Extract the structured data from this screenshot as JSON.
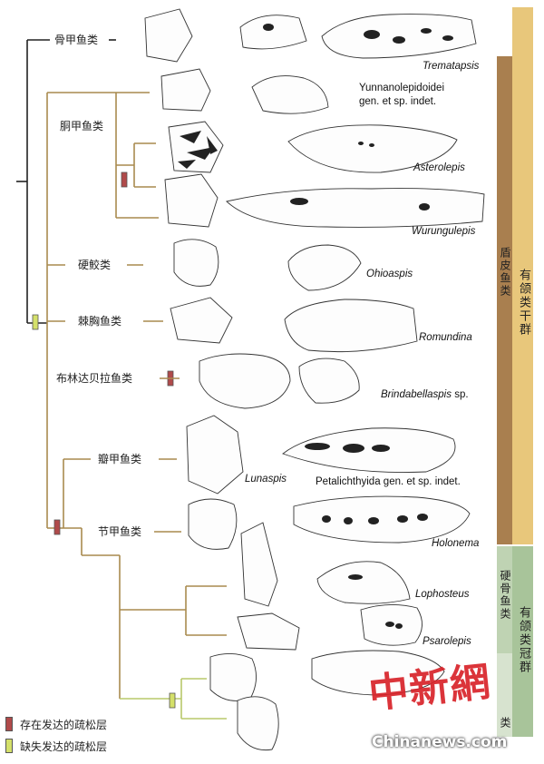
{
  "clades": {
    "gujia": "骨甲鱼类",
    "tongjia": "胴甲鱼类",
    "yingjiao": "硬鲛类",
    "jixiong": "棘胸鱼类",
    "bulinda": "布林达贝拉鱼类",
    "banjia": "瓣甲鱼类",
    "jiejia": "节甲鱼类"
  },
  "specimens": [
    {
      "text": "Trematapsis",
      "italic": true
    },
    {
      "text": "Yunnanolepidoidei",
      "italic": false
    },
    {
      "text": "gen. et sp. indet.",
      "italic": false
    },
    {
      "text": "Asterolepis",
      "italic": true
    },
    {
      "text": "Wurungulepis",
      "italic": true
    },
    {
      "text": "Ohioaspis",
      "italic": true
    },
    {
      "text": "Romundina",
      "italic": true
    },
    {
      "text": "Brindabellaspis",
      "italic": true
    },
    {
      "text": "sp.",
      "italic": false
    },
    {
      "text": "Lunaspis",
      "italic": true
    },
    {
      "text": "Petalichthyida gen. et sp. indet.",
      "italic": false
    },
    {
      "text": "Holonema",
      "italic": true
    },
    {
      "text": "Lophosteus",
      "italic": true
    },
    {
      "text": "Psarolepis",
      "italic": true
    }
  ],
  "side_bands": {
    "pijia": "盾皮鱼类",
    "youhe_gan": "有颌类干群",
    "yinggu": "硬骨鱼类",
    "youhe_guan": "有颌类冠群",
    "tail": "类"
  },
  "legend": {
    "present": "存在发达的疏松层",
    "absent": "缺失发达的疏松层"
  },
  "colors": {
    "tree": "#a98a4f",
    "present_marker": "#b04a4a",
    "absent_marker": "#d4e06a",
    "band_gan": "#e8c77b",
    "band_pijia": "#a97f4f",
    "band_guan": "#a8c49a",
    "band_yinggu": "#bfd3b3"
  },
  "watermark": {
    "cn": "中新網",
    "en": "Chinanews.com"
  }
}
